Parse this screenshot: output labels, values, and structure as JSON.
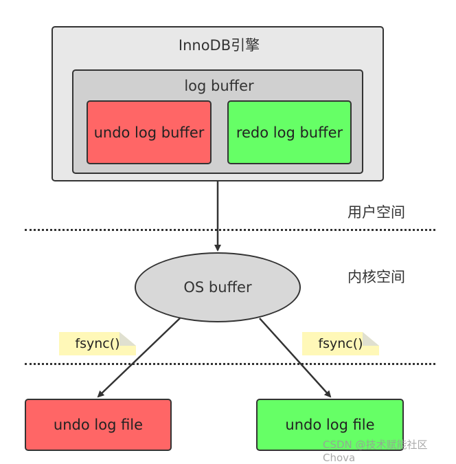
{
  "engine": {
    "title": "InnoDB引擎"
  },
  "log_buffer": {
    "title": "log buffer",
    "undo": "undo log buffer",
    "redo": "redo log buffer",
    "undo_color": "#ff6666",
    "redo_color": "#66ff66"
  },
  "zones": {
    "user": "用户空间",
    "kernel": "内核空间"
  },
  "os_buffer": {
    "label": "OS buffer"
  },
  "fsync": {
    "left": "fsync()",
    "right": "fsync()"
  },
  "files": {
    "left": "undo log file",
    "right": "undo log file",
    "left_color": "#ff6666",
    "right_color": "#66ff66"
  },
  "watermark": "CSDN @技术赋能社区Chova"
}
